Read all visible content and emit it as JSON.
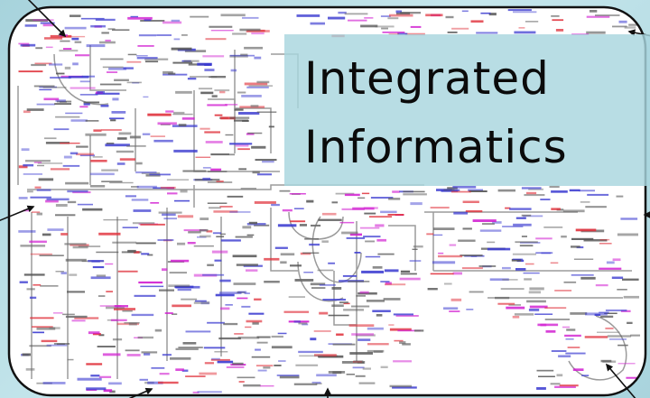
{
  "title": {
    "line1": "Integrated",
    "line2": "Informatics"
  },
  "colors": {
    "background": "#b5dde4",
    "frame": "#111111",
    "title_box": "#a8d6de",
    "arrow": "#111111",
    "pathway_text_blue": "#3a3ad0",
    "pathway_text_red": "#e0303a",
    "pathway_text_magenta": "#d01ad0",
    "pathway_lines": "#9a9a9a"
  },
  "pathway_map_visible": true,
  "arrow_count": 7
}
